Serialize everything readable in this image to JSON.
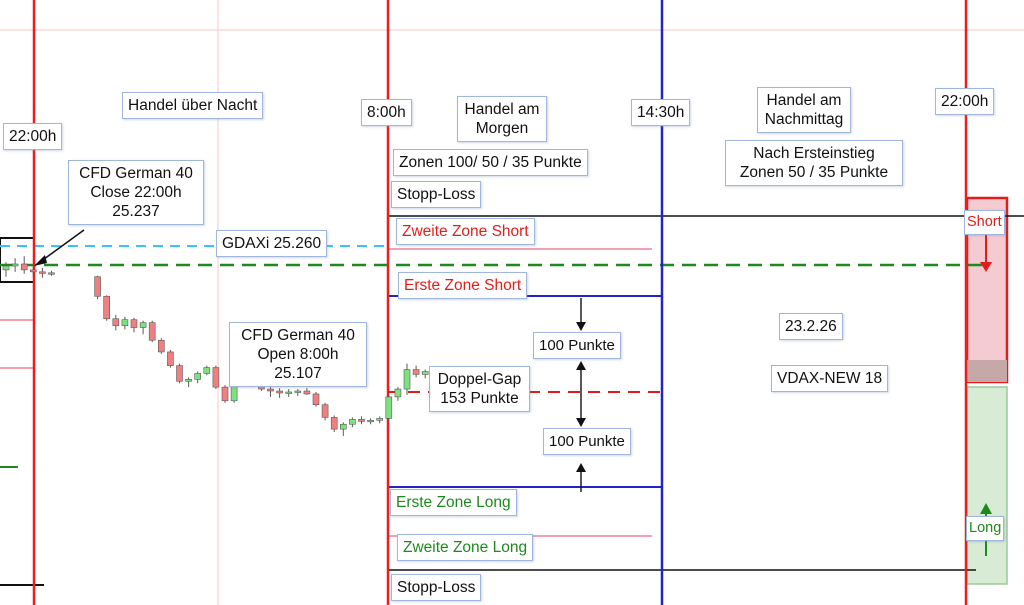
{
  "chart_data": {
    "type": "candlestick-annotated",
    "instrument": "CFD German 40",
    "date": "23.2.26",
    "vdax": "VDAX-NEW 18",
    "close_prev": 25237,
    "open": 25107,
    "gdaxi": 25260,
    "gap_points": 153,
    "times": [
      "22:00h",
      "8:00h",
      "14:30h",
      "22:00h"
    ],
    "candles": [
      {
        "o": 25232,
        "h": 25240,
        "l": 25225,
        "c": 25236
      },
      {
        "o": 25236,
        "h": 25244,
        "l": 25230,
        "c": 25238
      },
      {
        "o": 25238,
        "h": 25246,
        "l": 25228,
        "c": 25232
      },
      {
        "o": 25232,
        "h": 25236,
        "l": 25225,
        "c": 25230
      },
      {
        "o": 25230,
        "h": 25234,
        "l": 25224,
        "c": 25229
      },
      {
        "o": 25229,
        "h": 25231,
        "l": 25226,
        "c": 25228
      },
      {
        "o": 25225,
        "h": 25226,
        "l": 25202,
        "c": 25205
      },
      {
        "o": 25205,
        "h": 25206,
        "l": 25180,
        "c": 25182
      },
      {
        "o": 25182,
        "h": 25186,
        "l": 25170,
        "c": 25175
      },
      {
        "o": 25175,
        "h": 25184,
        "l": 25171,
        "c": 25181
      },
      {
        "o": 25181,
        "h": 25183,
        "l": 25168,
        "c": 25173
      },
      {
        "o": 25173,
        "h": 25180,
        "l": 25166,
        "c": 25178
      },
      {
        "o": 25178,
        "h": 25180,
        "l": 25158,
        "c": 25160
      },
      {
        "o": 25160,
        "h": 25162,
        "l": 25146,
        "c": 25148
      },
      {
        "o": 25148,
        "h": 25150,
        "l": 25132,
        "c": 25134
      },
      {
        "o": 25134,
        "h": 25136,
        "l": 25116,
        "c": 25118
      },
      {
        "o": 25118,
        "h": 25122,
        "l": 25112,
        "c": 25120
      },
      {
        "o": 25120,
        "h": 25128,
        "l": 25116,
        "c": 25126
      },
      {
        "o": 25126,
        "h": 25134,
        "l": 25124,
        "c": 25132
      },
      {
        "o": 25132,
        "h": 25134,
        "l": 25110,
        "c": 25112
      },
      {
        "o": 25112,
        "h": 25114,
        "l": 25096,
        "c": 25098
      },
      {
        "o": 25098,
        "h": 25122,
        "l": 25096,
        "c": 25120
      },
      {
        "o": 25120,
        "h": 25124,
        "l": 25114,
        "c": 25118
      },
      {
        "o": 25118,
        "h": 25121,
        "l": 25112,
        "c": 25116
      },
      {
        "o": 25116,
        "h": 25119,
        "l": 25108,
        "c": 25110
      },
      {
        "o": 25110,
        "h": 25113,
        "l": 25102,
        "c": 25108
      },
      {
        "o": 25108,
        "h": 25111,
        "l": 25101,
        "c": 25106
      },
      {
        "o": 25106,
        "h": 25110,
        "l": 25102,
        "c": 25107
      },
      {
        "o": 25107,
        "h": 25110,
        "l": 25103,
        "c": 25108
      },
      {
        "o": 25108,
        "h": 25111,
        "l": 25104,
        "c": 25105
      },
      {
        "o": 25105,
        "h": 25107,
        "l": 25092,
        "c": 25094
      },
      {
        "o": 25094,
        "h": 25096,
        "l": 25078,
        "c": 25081
      },
      {
        "o": 25081,
        "h": 25083,
        "l": 25066,
        "c": 25069
      },
      {
        "o": 25069,
        "h": 25076,
        "l": 25062,
        "c": 25074
      },
      {
        "o": 25074,
        "h": 25081,
        "l": 25071,
        "c": 25079
      },
      {
        "o": 25079,
        "h": 25082,
        "l": 25074,
        "c": 25077
      },
      {
        "o": 25077,
        "h": 25080,
        "l": 25074,
        "c": 25078
      },
      {
        "o": 25078,
        "h": 25082,
        "l": 25075,
        "c": 25080
      },
      {
        "o": 25080,
        "h": 25104,
        "l": 25077,
        "c": 25102
      },
      {
        "o": 25102,
        "h": 25112,
        "l": 25098,
        "c": 25110
      },
      {
        "o": 25110,
        "h": 25136,
        "l": 25104,
        "c": 25130
      },
      {
        "o": 25130,
        "h": 25134,
        "l": 25122,
        "c": 25125
      },
      {
        "o": 25125,
        "h": 25130,
        "l": 25121,
        "c": 25128
      }
    ]
  },
  "labels": {
    "time_2200_left": "22:00h",
    "handel_nacht": "Handel über Nacht",
    "time_0800": "8:00h",
    "handel_morgen_1": "Handel am",
    "handel_morgen_2": "Morgen",
    "time_1430": "14:30h",
    "handel_nachmittag_1": "Handel am",
    "handel_nachmittag_2": "Nachmittag",
    "time_2200_right": "22:00h",
    "close_1": "CFD German 40",
    "close_2": "Close 22:00h",
    "close_3": "25.237",
    "zonen_morgen": "Zonen 100/ 50 / 35 Punkte",
    "nach_ersteinstieg_1": "Nach Ersteinstieg",
    "nach_ersteinstieg_2": "Zonen 50 / 35 Punkte",
    "stopp_loss_top": "Stopp-Loss",
    "zweite_zone_short": "Zweite Zone Short",
    "gdaxi": "GDAXi 25.260",
    "erste_zone_short": "Erste Zone Short",
    "open_1": "CFD German 40",
    "open_2": "Open 8:00h",
    "open_3": "25.107",
    "punkte_top": "100 Punkte",
    "date": "23.2.26",
    "gap_1": "Doppel-Gap",
    "gap_2": "153 Punkte",
    "vdax": "VDAX-NEW 18",
    "punkte_bottom": "100 Punkte",
    "erste_zone_long": "Erste Zone Long",
    "zweite_zone_long": "Zweite Zone Long",
    "stopp_loss_bottom": "Stopp-Loss",
    "short": "Short",
    "long": "Long"
  },
  "colors": {
    "up": "#7ee07e",
    "down": "#f08080",
    "candle_border": "#5a5a5a",
    "red_line": "#ee1c1c",
    "blue_line": "#2323c8",
    "green_dash": "#1e8a1e",
    "cyan_dash": "#3cc4ef",
    "pink": "#f3a0b4"
  }
}
